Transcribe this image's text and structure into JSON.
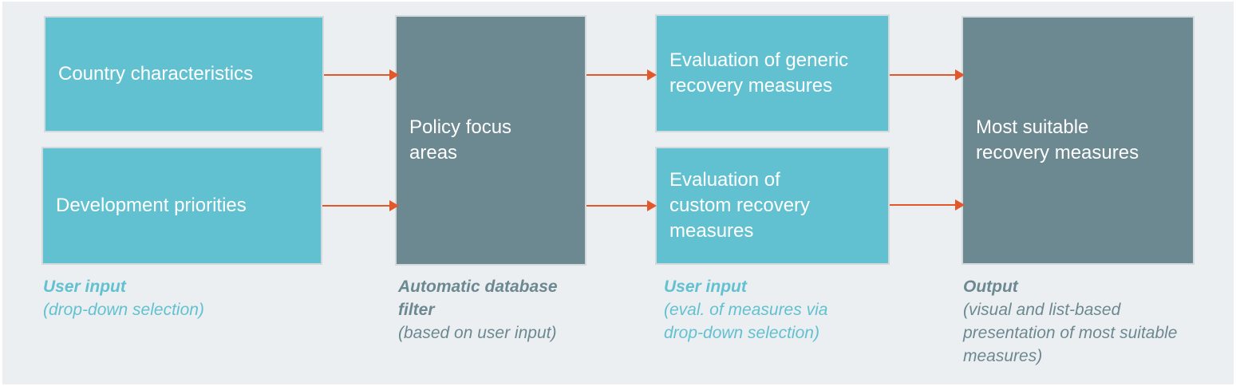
{
  "boxes": {
    "country": "Country characteristics",
    "development": "Development priorities",
    "policy": "Policy focus\nareas",
    "generic": "Evaluation of generic\nrecovery  measures",
    "custom": "Evaluation of\ncustom recovery\nmeasures",
    "output": "Most suitable\nrecovery  measures"
  },
  "captions": {
    "user_input_1": {
      "heading": "User input",
      "sub": "(drop-down selection)"
    },
    "database": {
      "heading": "Automatic database filter",
      "sub": "(based on user input)"
    },
    "user_input_2": {
      "heading": "User input",
      "sub": "(eval. of measures via\ndrop-down selection)"
    },
    "output": {
      "heading": "Output",
      "sub": "(visual and list-based\npresentation of most suitable\nmeasures)"
    }
  },
  "colors": {
    "teal": "#62c1d0",
    "slate": "#6c8890",
    "arrow": "#e2582a",
    "background": "#eceff2"
  }
}
